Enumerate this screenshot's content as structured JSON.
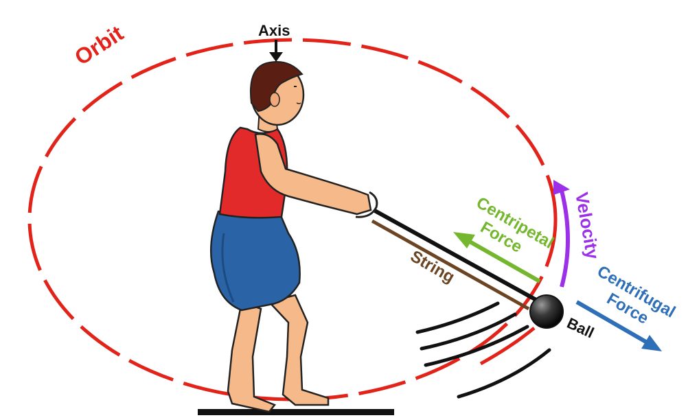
{
  "labels": {
    "orbit": "Orbit",
    "axis": "Axis",
    "velocity": "Velocity",
    "centripetal_line1": "Centripetal",
    "centripetal_line2": "Force",
    "centrifugal_line1": "Centrifugal",
    "centrifugal_line2": "Force",
    "string": "String",
    "ball": "Ball"
  },
  "colors": {
    "orbit": "#e2231a",
    "velocity": "#9b30e8",
    "centripetal": "#74b72e",
    "centrifugal": "#2e6fb7",
    "string": "#6b4423",
    "axis": "#111111",
    "shirt": "#e22a2a",
    "shorts": "#2a63a6",
    "skin": "#f6b98a",
    "hair": "#5a1e12"
  }
}
